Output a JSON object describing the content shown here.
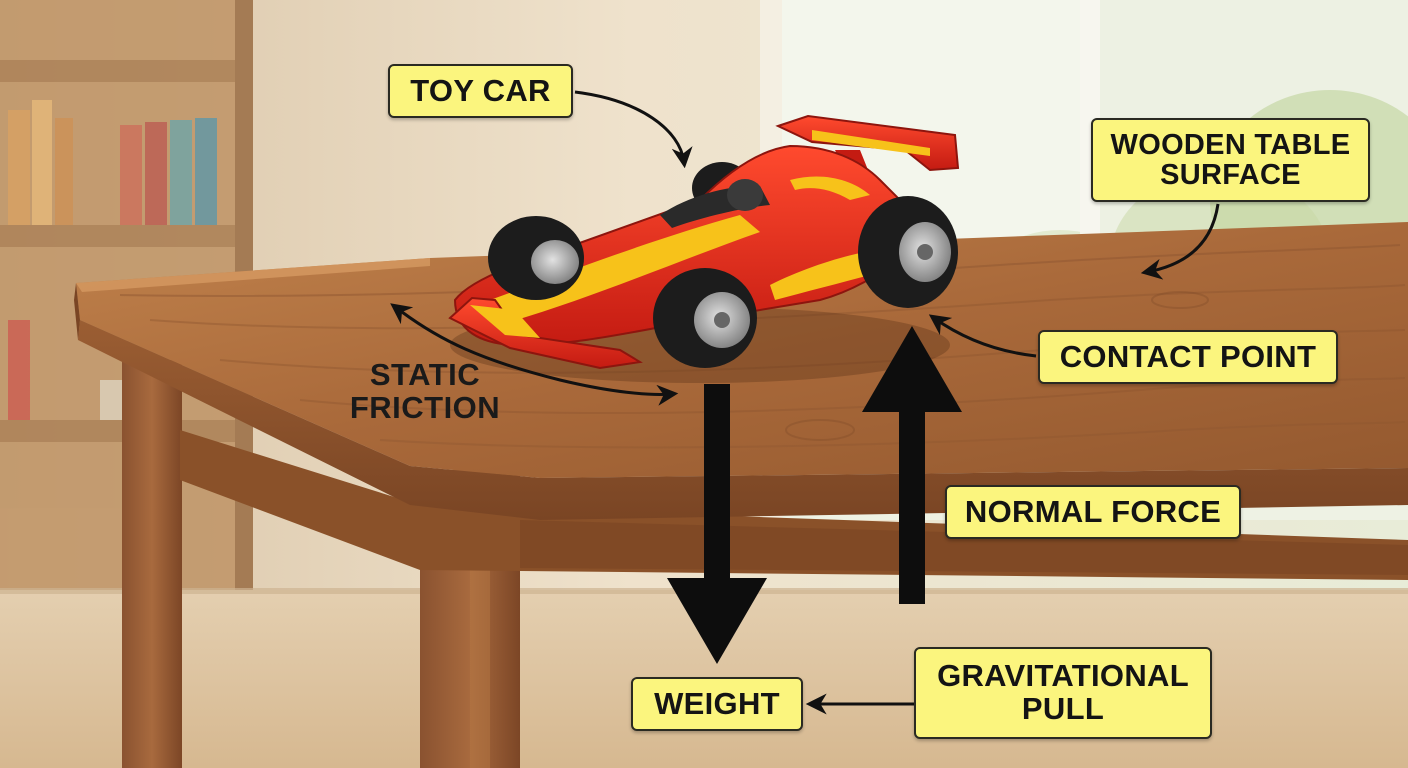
{
  "labels": {
    "toy_car": "TOY CAR",
    "wooden_table_surface": [
      "WOODEN TABLE",
      "SURFACE"
    ],
    "static_friction": [
      "STATIC",
      "FRICTION"
    ],
    "contact_point": "CONTACT POINT",
    "normal_force": "NORMAL FORCE",
    "weight": "WEIGHT",
    "gravitational_pull": [
      "GRAVITATIONAL",
      "PULL"
    ]
  },
  "colors": {
    "label_fill": "#fbf57e",
    "arrow": "#0d0d0d",
    "car_body": "#e3261b",
    "car_stripe": "#f7c21a",
    "wood": "#a8683a"
  },
  "icons": [
    "toy-car-illustration",
    "bookshelf",
    "window",
    "wooden-table",
    "weight-arrow",
    "normal-force-arrow",
    "friction-arrow"
  ]
}
